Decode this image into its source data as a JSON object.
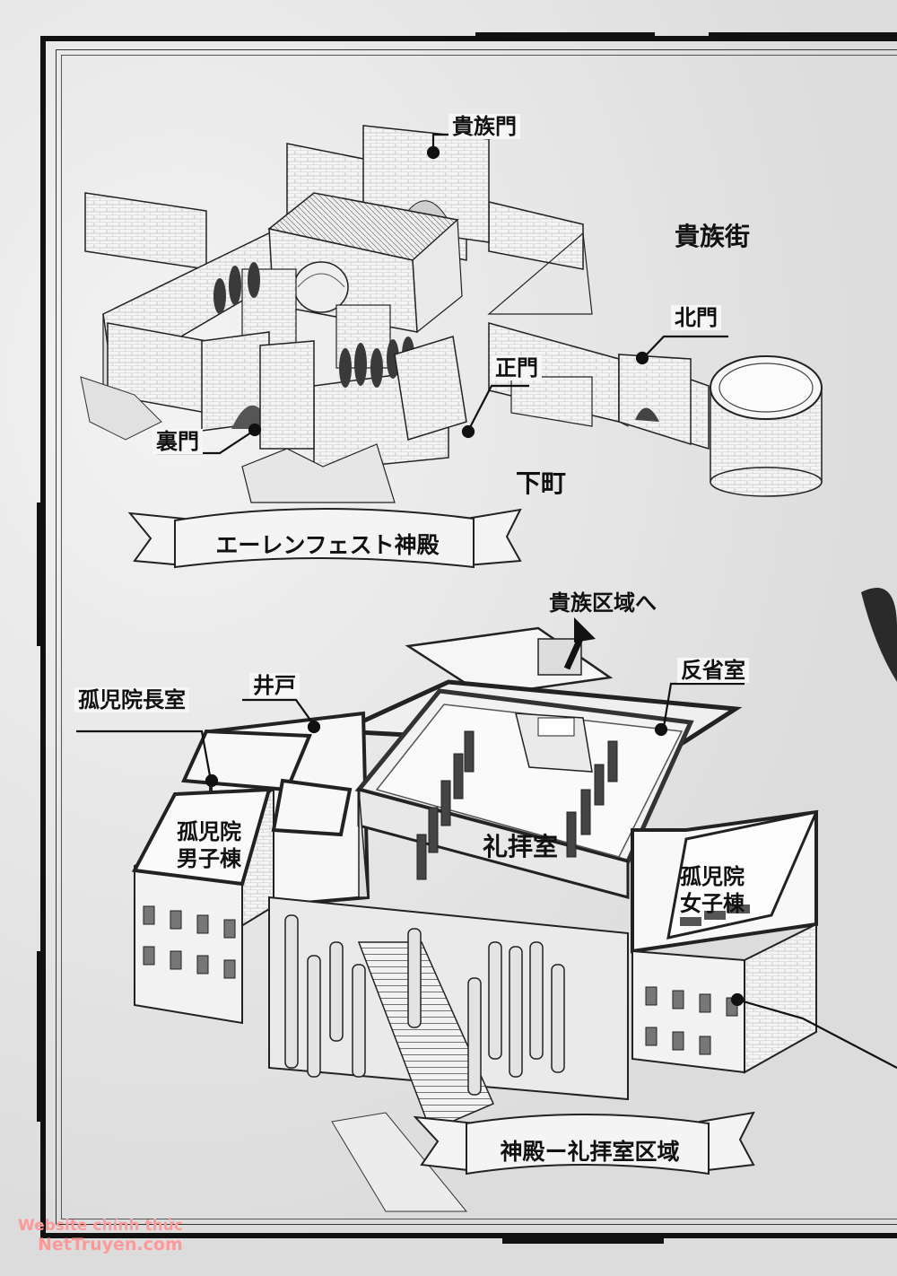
{
  "top_map": {
    "labels": {
      "noble_gate": "貴族門",
      "noble_district": "貴族街",
      "north_gate": "北門",
      "main_gate": "正門",
      "back_gate": "裏門",
      "lower_town": "下町"
    },
    "banner": "エーレンフェスト神殿"
  },
  "bottom_map": {
    "labels": {
      "to_noble_area": "貴族区域へ",
      "reflection_room": "反省室",
      "well": "井戸",
      "orphanage_director_room": "孤児院長室",
      "orphanage_boys_line1": "孤児院",
      "orphanage_boys_line2": "男子棟",
      "chapel": "礼拝室",
      "orphanage_girls_line1": "孤児院",
      "orphanage_girls_line2": "女子棟"
    },
    "banner": "神殿ー礼拝室区域"
  },
  "watermark": {
    "line1": "Website chính thức",
    "line2": "NetTruyen.com"
  }
}
